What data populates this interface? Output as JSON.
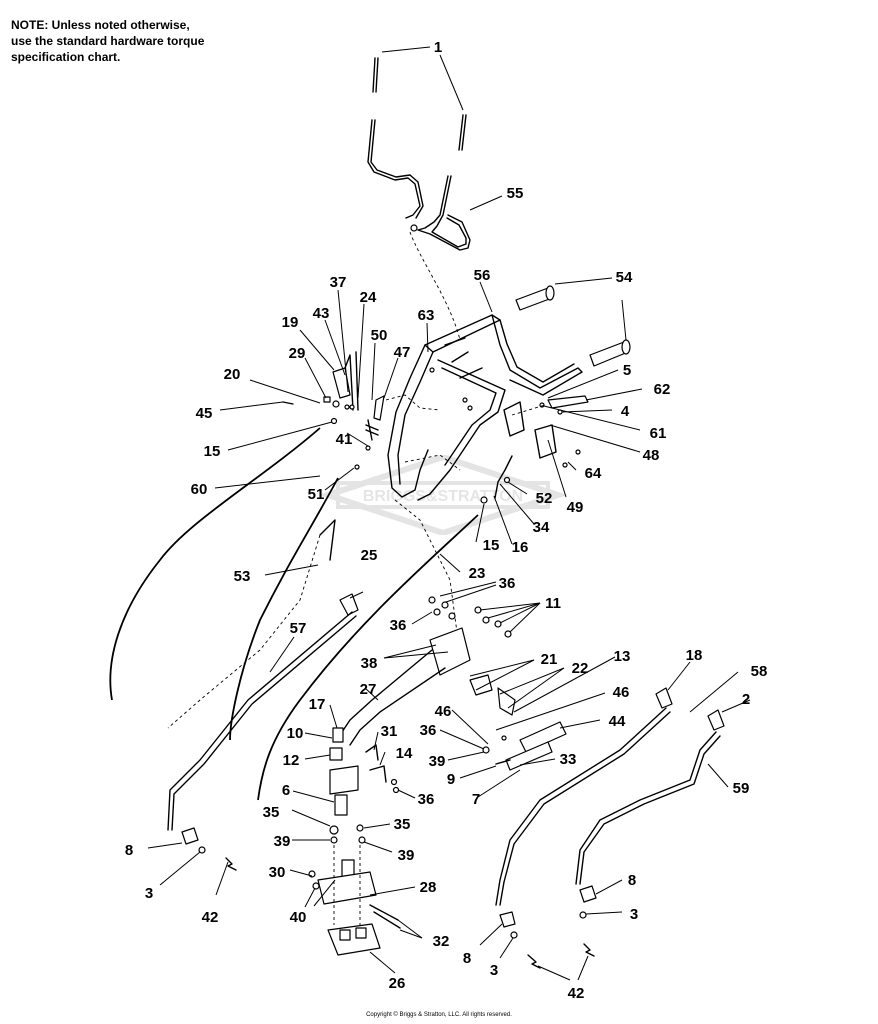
{
  "note": {
    "lines": [
      "NOTE: Unless noted otherwise,",
      "use the standard hardware torque",
      "specification chart."
    ]
  },
  "watermark": {
    "brand": "BRIGGS&STRATTON"
  },
  "callouts": {
    "c1": "1",
    "c55": "55",
    "c56": "56",
    "c54": "54",
    "c63": "63",
    "c37": "37",
    "c24": "24",
    "c43": "43",
    "c19": "19",
    "c50": "50",
    "c29": "29",
    "c47": "47",
    "c20": "20",
    "c45": "45",
    "c15a": "15",
    "c41": "41",
    "c60": "60",
    "c51": "51",
    "c5": "5",
    "c62": "62",
    "c4": "4",
    "c61": "61",
    "c48": "48",
    "c64": "64",
    "c52": "52",
    "c49": "49",
    "c34": "34",
    "c16": "16",
    "c15b": "15",
    "c23": "23",
    "c36a": "36",
    "c11": "11",
    "c53": "53",
    "c25": "25",
    "c57": "57",
    "c36b": "36",
    "c38": "38",
    "c21": "21",
    "c22": "22",
    "c13": "13",
    "c27": "27",
    "c18": "18",
    "c58": "58",
    "c2": "2",
    "c46a": "46",
    "c46b": "46",
    "c44": "44",
    "c17": "17",
    "c10": "10",
    "c31": "31",
    "c36c": "36",
    "c12": "12",
    "c14": "14",
    "c39a": "39",
    "c9": "9",
    "c33": "33",
    "c59": "59",
    "c6": "6",
    "c36d": "36",
    "c7": "7",
    "c35a": "35",
    "c35b": "35",
    "c8a": "8",
    "c39b": "39",
    "c39c": "39",
    "c3a": "3",
    "c42a": "42",
    "c30": "30",
    "c28": "28",
    "c40": "40",
    "c8b": "8",
    "c3b": "3",
    "c32": "32",
    "c8c": "8",
    "c3c": "3",
    "c26": "26",
    "c42b": "42"
  },
  "copyright": "Copyright © Briggs & Stratton, LLC. All rights reserved."
}
